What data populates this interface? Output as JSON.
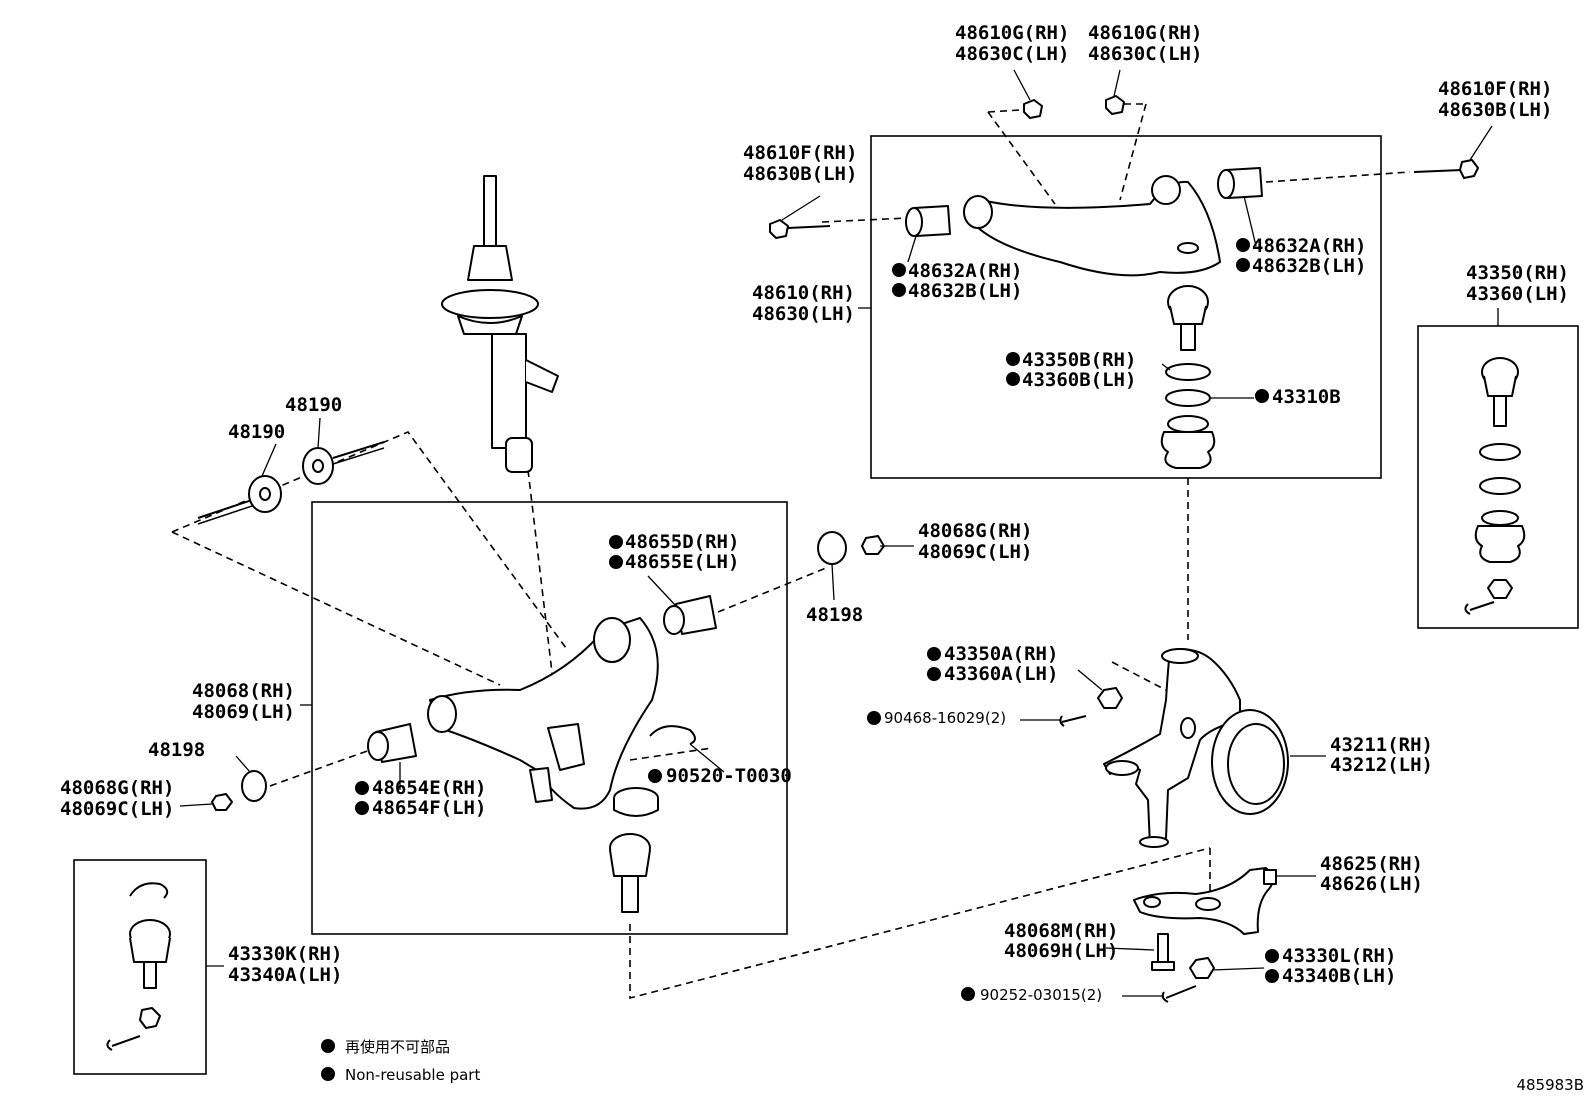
{
  "labels": {
    "upper_nut_left": [
      "48610G(RH)",
      "48630C(LH)"
    ],
    "upper_nut_right": [
      "48610G(RH)",
      "48630C(LH)"
    ],
    "upper_bolt_right": [
      "48610F(RH)",
      "48630B(LH)"
    ],
    "upper_bolt_left": [
      "48610F(RH)",
      "48630B(LH)"
    ],
    "upper_bush_left": [
      "48632A(RH)",
      "48632B(LH)"
    ],
    "upper_bush_right": [
      "48632A(RH)",
      "48632B(LH)"
    ],
    "upper_arm": [
      "48610(RH)",
      "48630(LH)"
    ],
    "upper_ball_joint_kit": [
      "43350(RH)",
      "43360(LH)"
    ],
    "upper_snap_ring": [
      "43350B(RH)",
      "43360B(LH)"
    ],
    "upper_ring": [
      "43310B"
    ],
    "cam_bolt_a": [
      "48190"
    ],
    "cam_bolt_b": [
      "48190"
    ],
    "lower_bush_front": [
      "48655D(RH)",
      "48655E(LH)"
    ],
    "lower_nut_right": [
      "48068G(RH)",
      "48069C(LH)"
    ],
    "cam_plate_right": [
      "48198"
    ],
    "lower_arm": [
      "48068(RH)",
      "48069(LH)"
    ],
    "cam_plate_left": [
      "48198"
    ],
    "lower_nut_left": [
      "48068G(RH)",
      "48069C(LH)"
    ],
    "lower_bush_rear": [
      "48654E(RH)",
      "48654F(LH)"
    ],
    "snap_ring_lower": [
      "90520-T0030"
    ],
    "knuckle_nut": [
      "43350A(RH)",
      "43360A(LH)"
    ],
    "knuckle_pin": [
      "90468-16029(2)"
    ],
    "knuckle": [
      "43211(RH)",
      "43212(LH)"
    ],
    "steering_arm": [
      "48625(RH)",
      "48626(LH)"
    ],
    "steering_bolt": [
      "48068M(RH)",
      "48069H(LH)"
    ],
    "lower_ball_joint_kit": [
      "43330K(RH)",
      "43340A(LH)"
    ],
    "lower_ball_nut": [
      "43330L(RH)",
      "43340B(LH)"
    ],
    "cotter_pin": [
      "90252-03015(2)"
    ]
  },
  "legend": {
    "jp": "再使用不可部品",
    "en": "Non-reusable part"
  },
  "diagram_code": "485983B"
}
